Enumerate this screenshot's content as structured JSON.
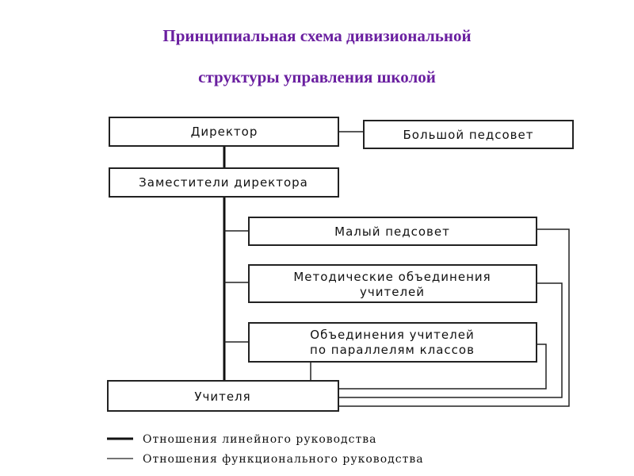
{
  "title": {
    "line1": "Принципиальная схема дивизиональной",
    "line2": "структуры управления школой"
  },
  "nodes": {
    "director": "Директор",
    "big_council": "Большой педсовет",
    "deputies": "Заместители директора",
    "small_council": "Малый педсовет",
    "method_assoc_line1": "Методические объединения",
    "method_assoc_line2": "учителей",
    "parallel_assoc_line1": "Объединения учителей",
    "parallel_assoc_line2": "по параллелям классов",
    "teachers": "Учителя"
  },
  "legend": {
    "linear": "Отношения линейного руководства",
    "functional": "Отношения функционального руководства"
  }
}
